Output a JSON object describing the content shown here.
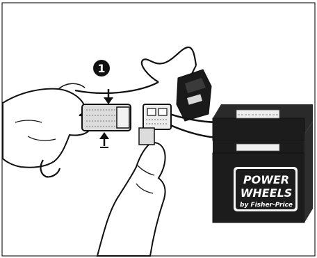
{
  "step": {
    "number": "1"
  },
  "battery_logo": {
    "line1": "POWER",
    "line2": "WHEELS",
    "line3": "by Fisher-Price"
  },
  "colors": {
    "ink": "#111111",
    "paper": "#ffffff",
    "battery_fill": "#1c1c1c"
  },
  "icons": {
    "step_badge": "circled-number",
    "arrow_down": "down-arrow",
    "arrow_up": "up-arrow"
  }
}
